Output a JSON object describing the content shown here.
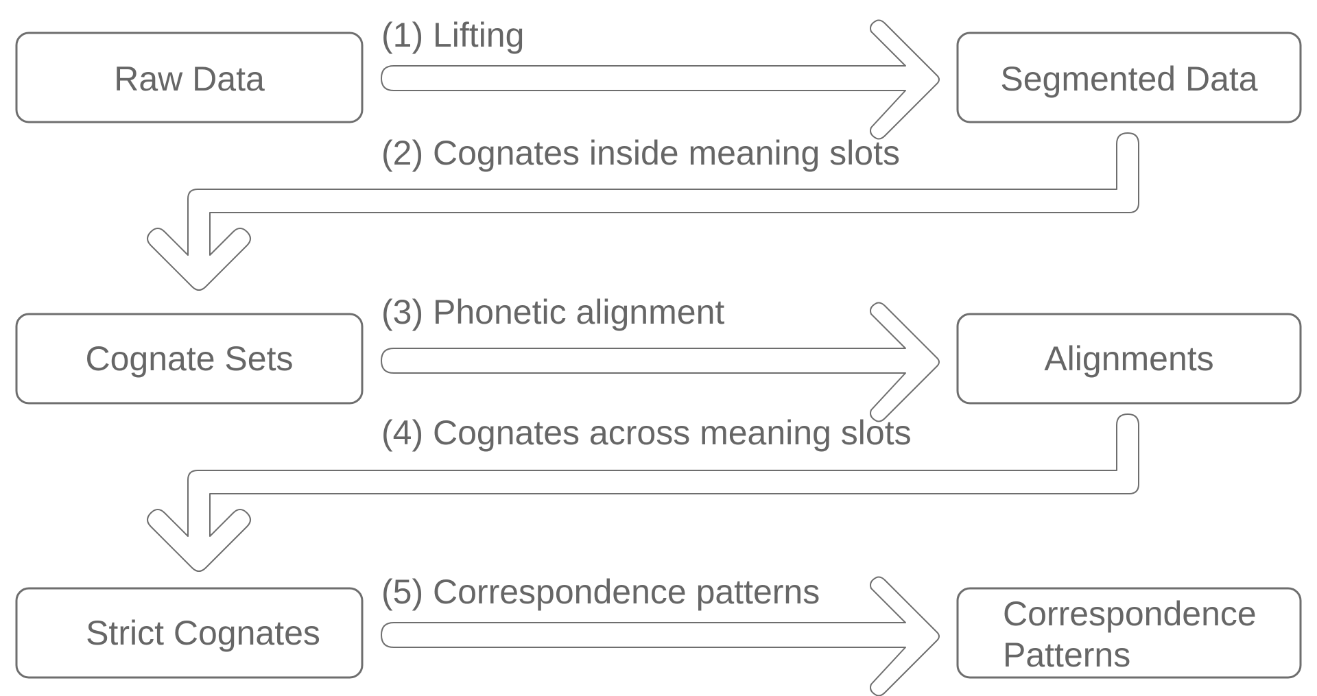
{
  "diagram": {
    "nodes": {
      "raw_data": "Raw Data",
      "segmented_data": "Segmented Data",
      "cognate_sets": "Cognate Sets",
      "alignments": "Alignments",
      "strict_cognates": "Strict Cognates",
      "correspondence_patterns_line1": "Correspondence",
      "correspondence_patterns_line2": "Patterns"
    },
    "edges": {
      "step1": "(1) Lifting",
      "step2": "(2) Cognates inside meaning slots",
      "step3": "(3) Phonetic alignment",
      "step4": "(4) Cognates across meaning slots",
      "step5": "(5) Correspondence patterns"
    }
  }
}
